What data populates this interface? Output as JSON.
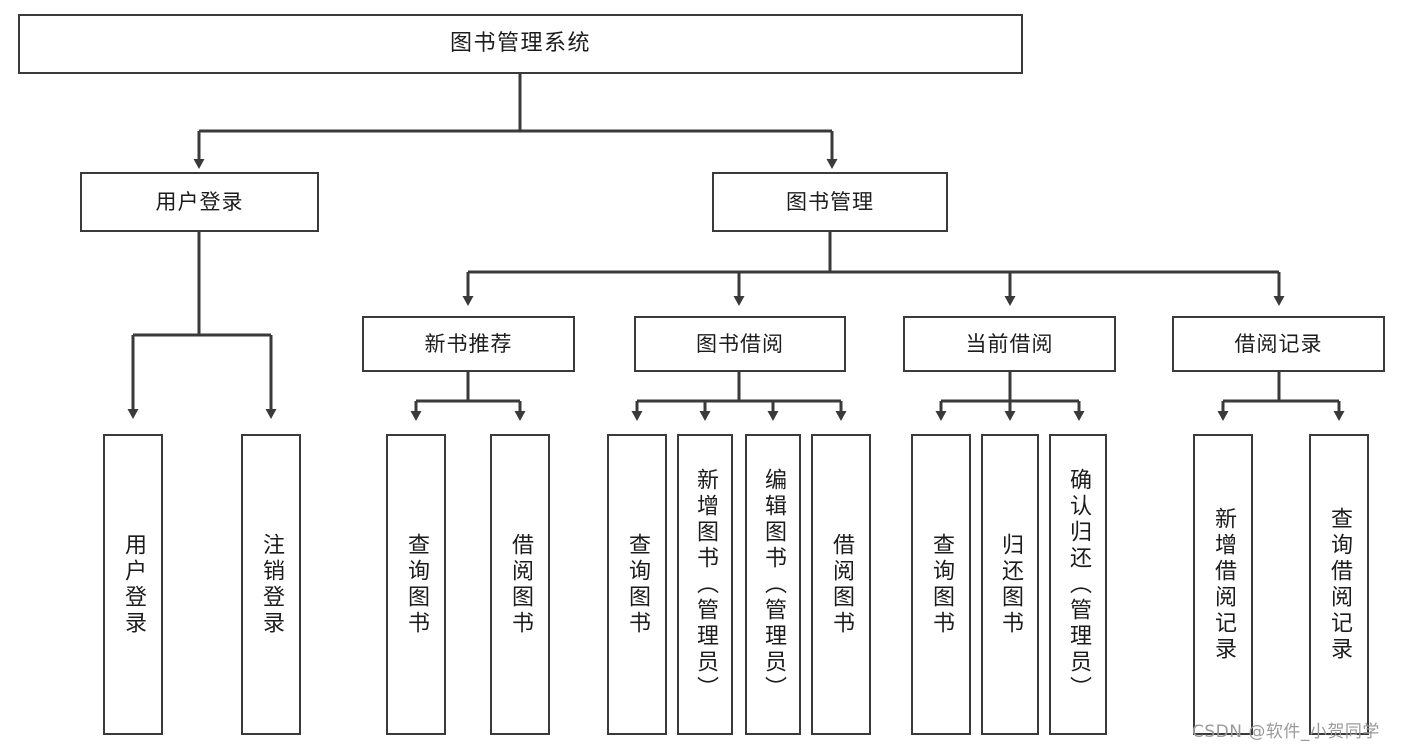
{
  "diagram": {
    "type": "tree",
    "title": "图书管理系统",
    "orientation": "top-down",
    "colors": {
      "box_border": "#3a3a3a",
      "box_fill": "#ffffff",
      "connector": "#3a3a3a",
      "text": "#1c1c1c",
      "background": "#ffffff",
      "watermark": "#9a9a9a"
    }
  },
  "nodes": {
    "root": {
      "label": "图书管理系统"
    },
    "level2": [
      {
        "id": "user-login",
        "label": "用户登录"
      },
      {
        "id": "book-manage",
        "label": "图书管理"
      }
    ],
    "level3": [
      {
        "id": "new-book-recommend",
        "label": "新书推荐"
      },
      {
        "id": "book-borrow",
        "label": "图书借阅"
      },
      {
        "id": "current-borrow",
        "label": "当前借阅"
      },
      {
        "id": "borrow-record",
        "label": "借阅记录"
      }
    ],
    "leaves": {
      "user_login": [
        {
          "id": "leaf-user-login",
          "label": "用户登录"
        },
        {
          "id": "leaf-logout-login",
          "label": "注销登录"
        }
      ],
      "new_book_recommend": [
        {
          "id": "leaf-query-book-1",
          "label": "查询图书"
        },
        {
          "id": "leaf-borrow-book-1",
          "label": "借阅图书"
        }
      ],
      "book_borrow": [
        {
          "id": "leaf-query-book-2",
          "label": "查询图书"
        },
        {
          "id": "leaf-add-book",
          "label": "新增图书（管理员）"
        },
        {
          "id": "leaf-edit-book",
          "label": "编辑图书（管理员）"
        },
        {
          "id": "leaf-borrow-book-2",
          "label": "借阅图书"
        }
      ],
      "current_borrow": [
        {
          "id": "leaf-query-book-3",
          "label": "查询图书"
        },
        {
          "id": "leaf-return-book",
          "label": "归还图书"
        },
        {
          "id": "leaf-confirm-return",
          "label": "确认归还（管理员）"
        }
      ],
      "borrow_record": [
        {
          "id": "leaf-add-record",
          "label": "新增借阅记录"
        },
        {
          "id": "leaf-query-record",
          "label": "查询借阅记录"
        }
      ]
    }
  },
  "watermark": {
    "text": "CSDN @软件_小贺同学"
  }
}
